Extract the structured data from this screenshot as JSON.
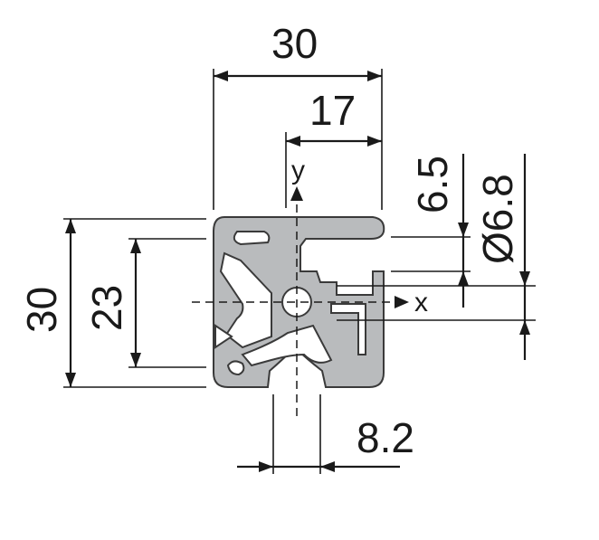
{
  "dimensions": {
    "overall_width": "30",
    "half_width": "17",
    "slot_offset": "6.5",
    "bore_diameter": "Ø6.8",
    "overall_height": "30",
    "inner_height": "23",
    "slot_width": "8.2"
  },
  "axes": {
    "x": "x",
    "y": "y"
  },
  "colors": {
    "profile_fill": "#b9bbbd",
    "line": "#1a1a1a"
  }
}
